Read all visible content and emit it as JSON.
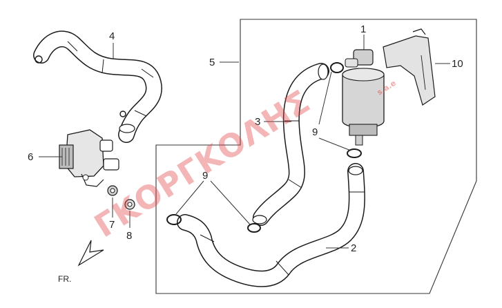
{
  "callouts": {
    "c1": "1",
    "c2": "2",
    "c3": "3",
    "c4": "4",
    "c5": "5",
    "c6": "6",
    "c7": "7",
    "c8": "8",
    "c9a": "9",
    "c9b": "9",
    "c10": "10"
  },
  "direction_label": "FR.",
  "watermark": {
    "text": "ΓΚΟΡΓΚΟΛΗΣ",
    "suffix": "s.a.e"
  },
  "colors": {
    "line": "#1a1a1a",
    "hose_fill": "#ffffff",
    "part_fill": "#d8d8d8",
    "part_dark": "#9a9a9a",
    "watermark": "#e04040"
  }
}
